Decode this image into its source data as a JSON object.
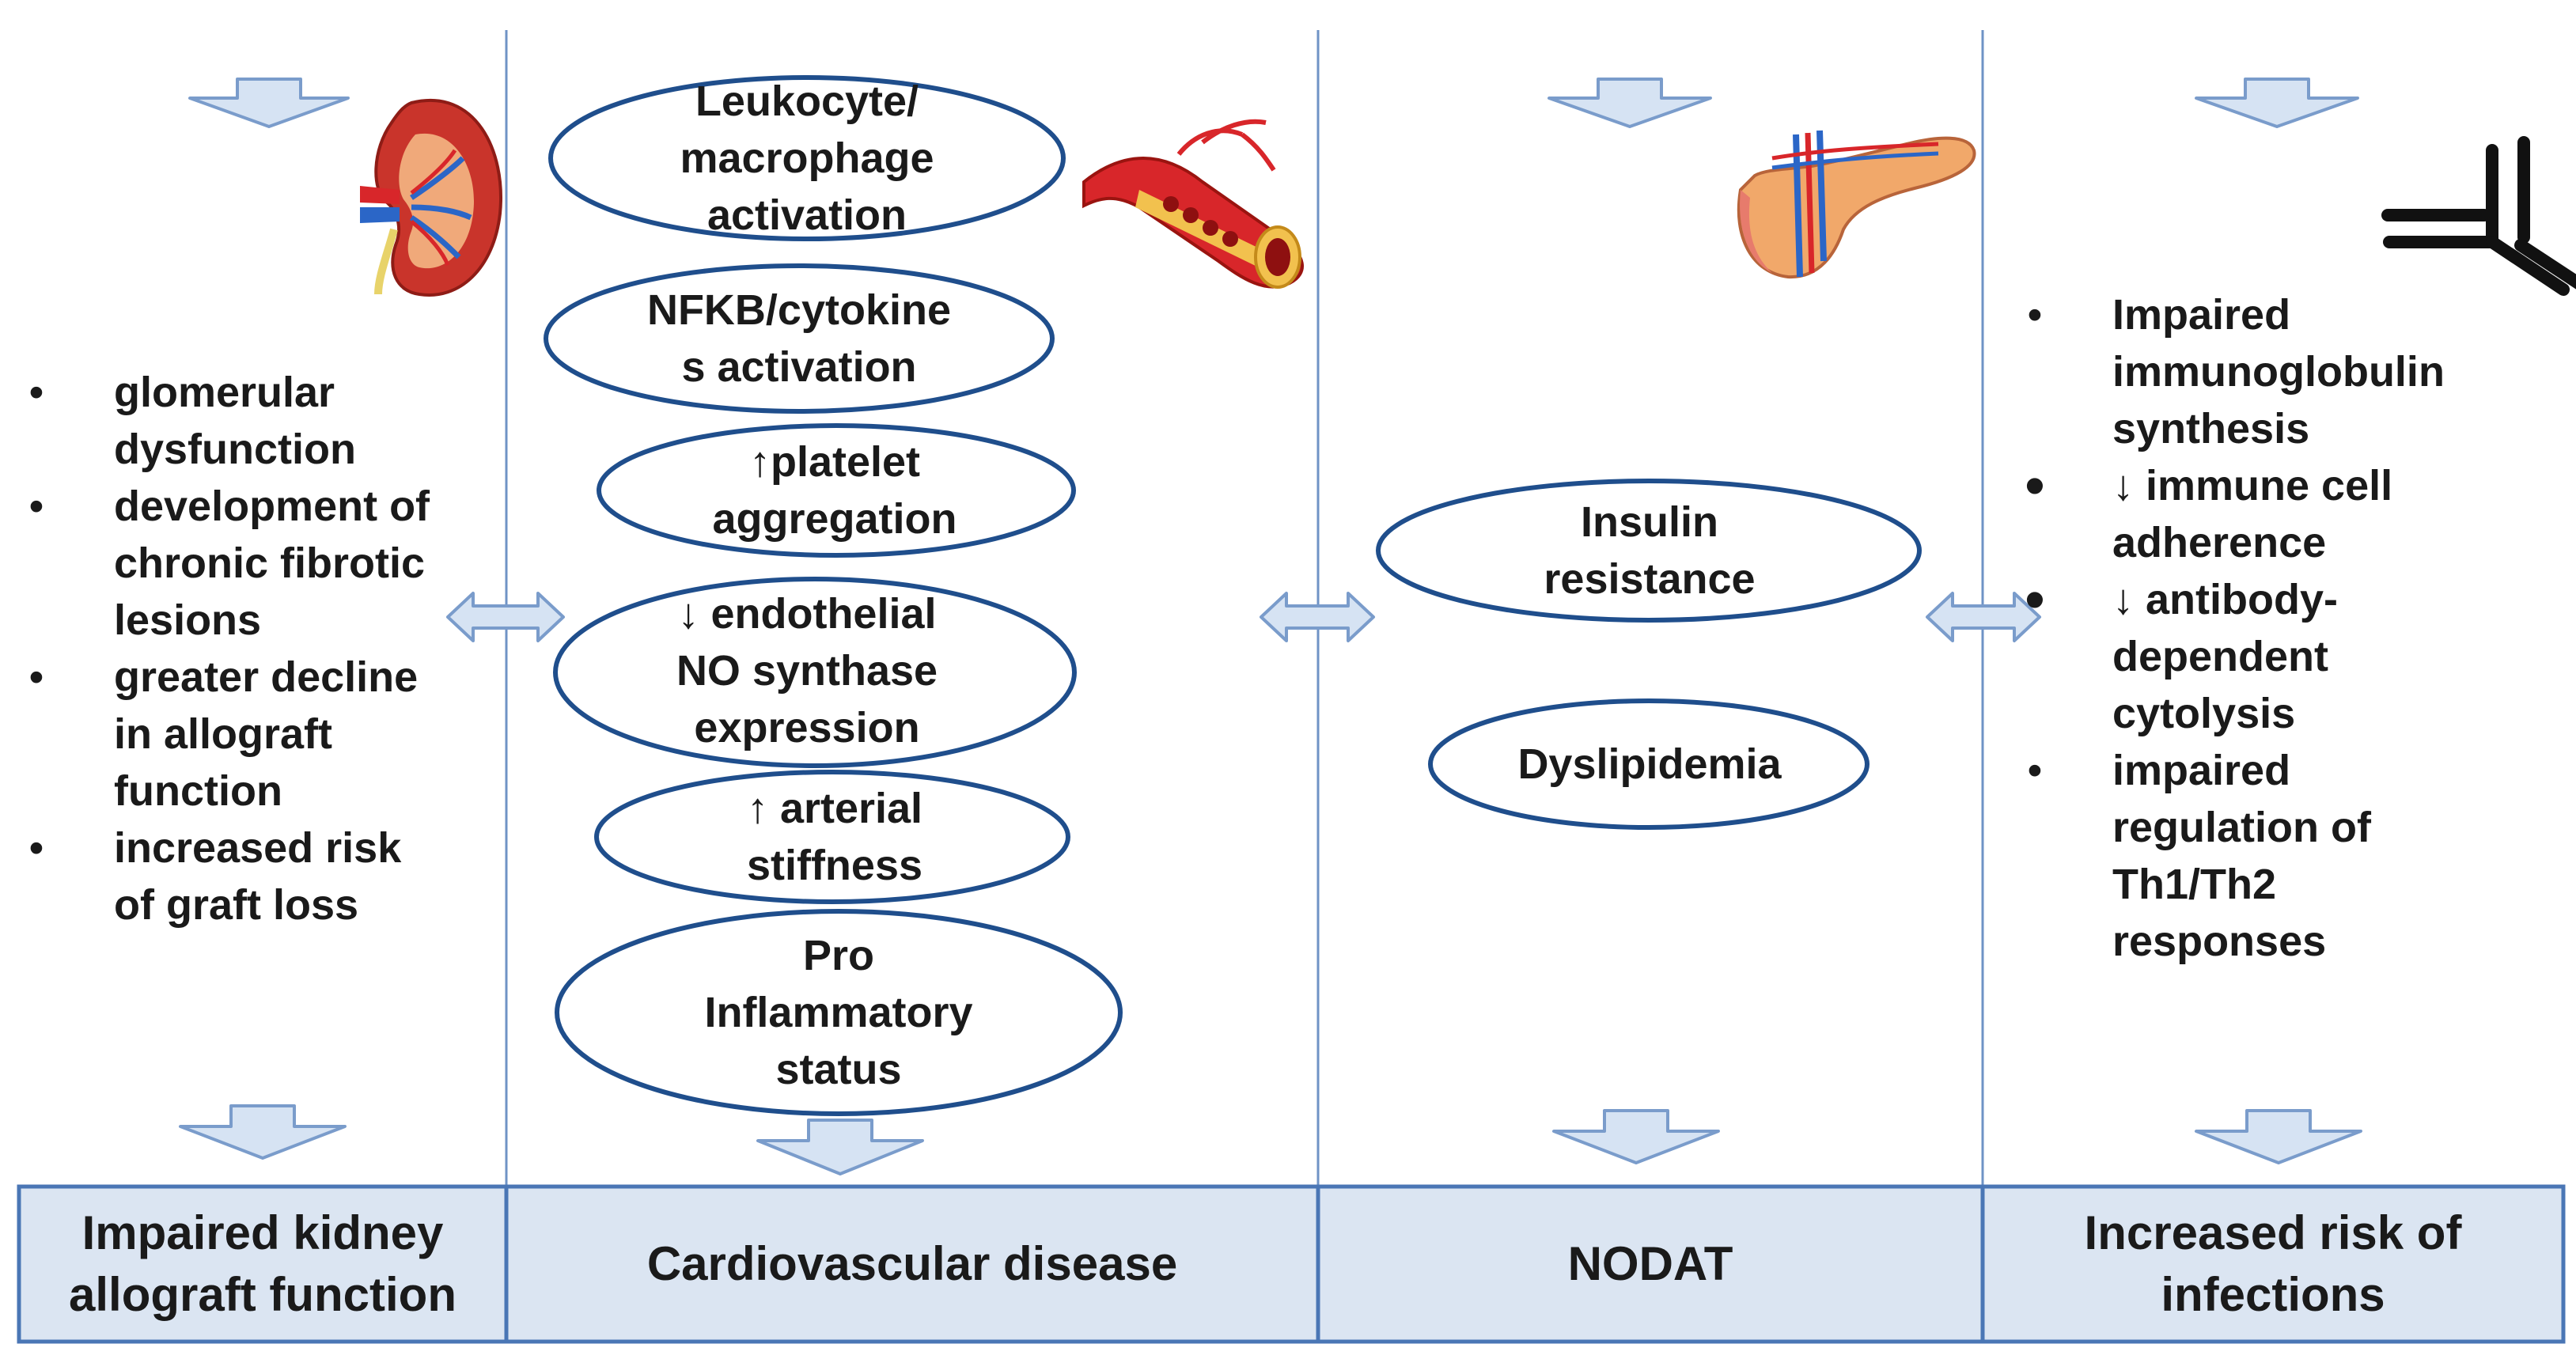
{
  "columns": [
    {
      "id": "kidney",
      "bottom_label": "Impaired kidney\nallograft function",
      "icon": "kidney-icon",
      "bullets": [
        "glomerular\ndysfunction",
        " development of\nchronic fibrotic\nlesions",
        "greater decline\nin allograft\nfunction",
        "increased risk\nof graft loss"
      ]
    },
    {
      "id": "cardio",
      "bottom_label": "Cardiovascular disease",
      "icon": "artery-icon",
      "ovals": [
        "Leukocyte/\nmacrophage\nactivation",
        "NFKB/cytokine\ns activation",
        "↑platelet\naggregation",
        "↓ endothelial\nNO synthase\nexpression",
        "↑ arterial\nstiffness",
        "Pro\nInflammatory\nstatus"
      ]
    },
    {
      "id": "nodat",
      "bottom_label": "NODAT",
      "icon": "pancreas-icon",
      "ovals": [
        "Insulin\nresistance",
        "Dyslipidemia"
      ]
    },
    {
      "id": "infections",
      "bottom_label": "Increased risk of\ninfections",
      "icon": "antibody-icon",
      "bullets": [
        "Impaired\nimmunoglobulin\nsynthesis",
        "↓ immune cell\nadherence",
        "↓ antibody-\ndependent\ncytolysis",
        "impaired\nregulation of\nTh1/Th2\nresponses"
      ]
    }
  ],
  "colors": {
    "box_fill": "#dbe5f2",
    "box_stroke": "#4a76b5",
    "oval_stroke": "#1f4e8c",
    "arrow_fill": "#d6e3f3",
    "arrow_stroke": "#7a9ccb",
    "divider": "#6f93c6"
  }
}
